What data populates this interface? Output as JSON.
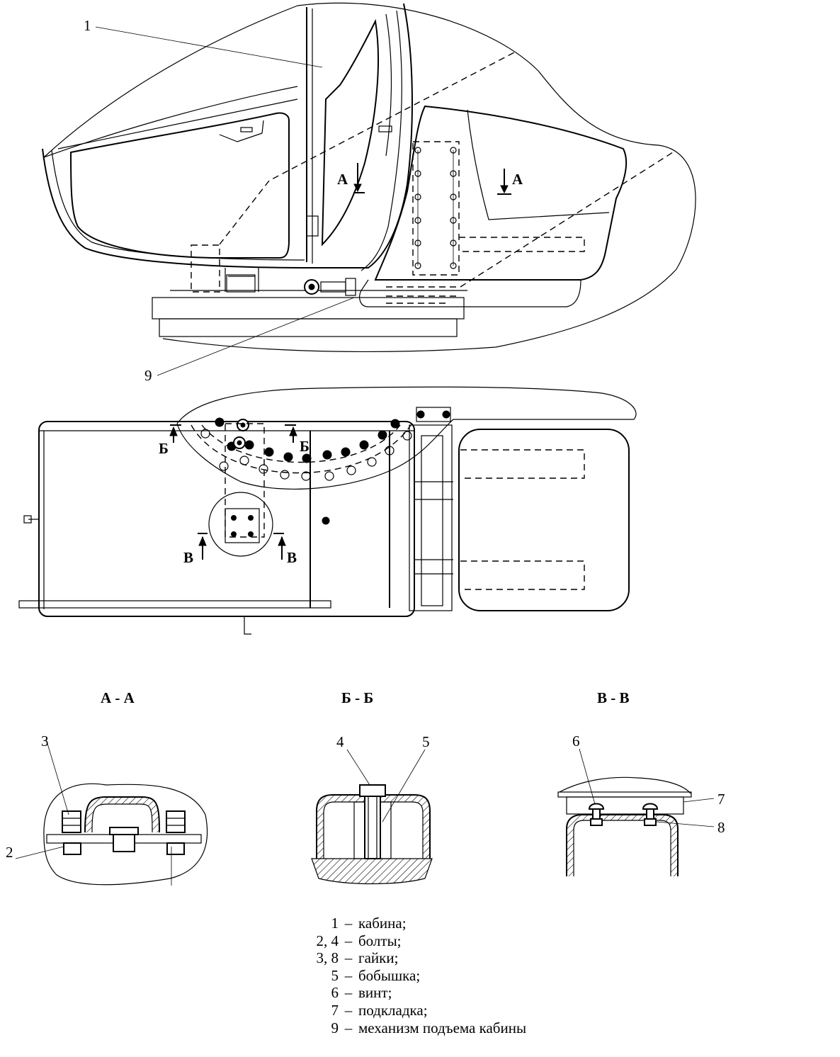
{
  "callouts": {
    "c1": "1",
    "c2": "2",
    "c3": "3",
    "c4": "4",
    "c5": "5",
    "c6": "6",
    "c7": "7",
    "c8": "8",
    "c9": "9"
  },
  "section_marks": {
    "a_left": "А",
    "a_right": "А",
    "b_left": "Б",
    "b_right": "Б",
    "v_left": "В",
    "v_right": "В"
  },
  "section_titles": {
    "aa": "А - А",
    "bb": "Б - Б",
    "vv": "В - В"
  },
  "legend": [
    {
      "num": "1",
      "dash": "–",
      "text": "кабина;"
    },
    {
      "num": "2, 4",
      "dash": "–",
      "text": "болты;"
    },
    {
      "num": "3, 8",
      "dash": "–",
      "text": "гайки;"
    },
    {
      "num": "5",
      "dash": "–",
      "text": "бобышка;"
    },
    {
      "num": "6",
      "dash": "–",
      "text": "винт;"
    },
    {
      "num": "7",
      "dash": "–",
      "text": "подкладка;"
    },
    {
      "num": "9",
      "dash": "–",
      "text": "механизм подъема кабины"
    }
  ]
}
